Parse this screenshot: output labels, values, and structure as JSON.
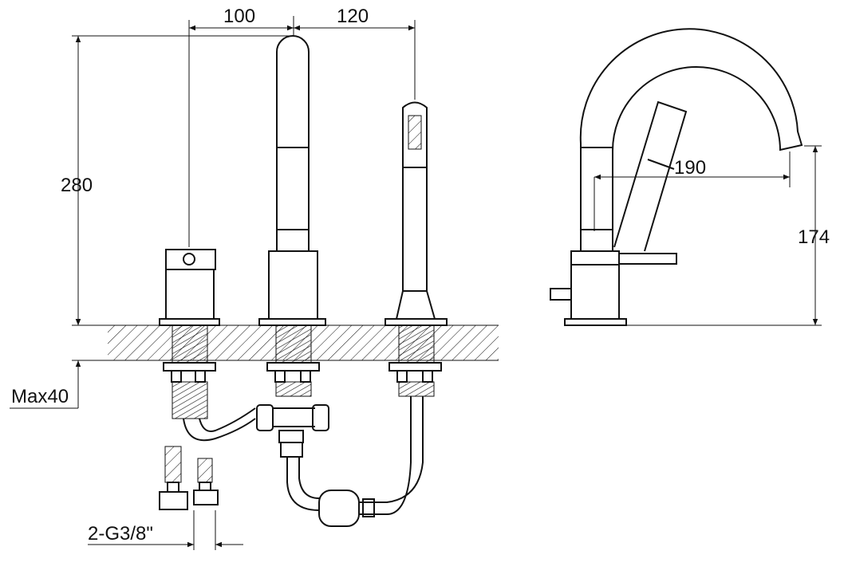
{
  "dimensions": {
    "handle_to_spout": "100",
    "spout_to_shower": "120",
    "height": "280",
    "deck_thickness": "Max40",
    "connection": "2-G3/8\"",
    "spout_reach": "190",
    "spout_height": "174"
  },
  "colors": {
    "line": "#111111",
    "background": "#ffffff"
  }
}
